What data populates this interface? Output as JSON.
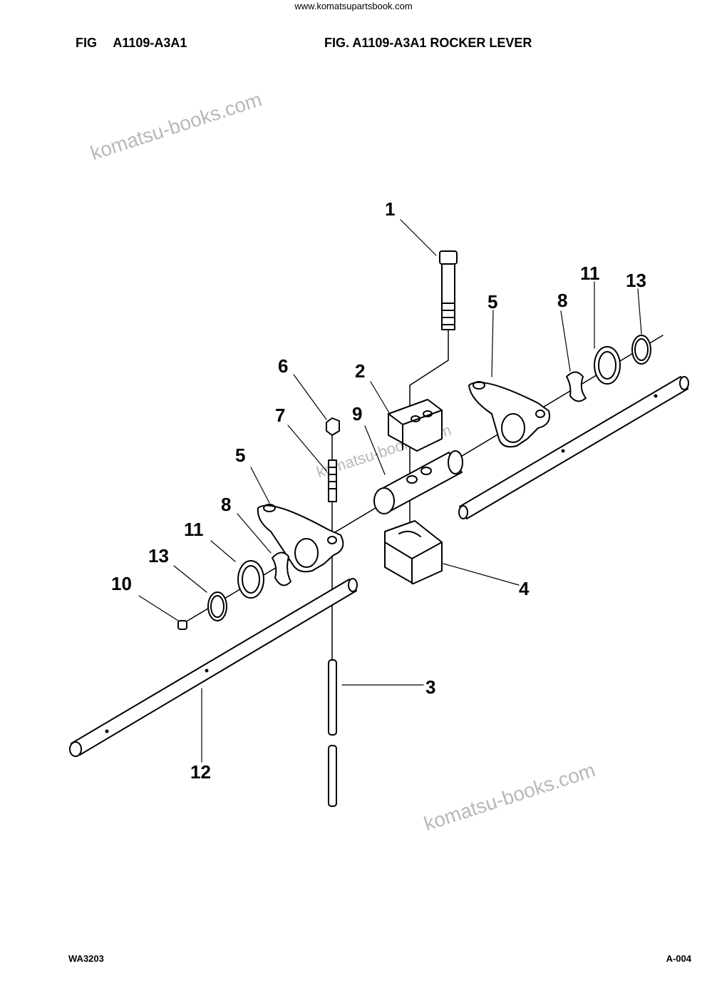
{
  "page": {
    "site_url": "www.komatsupartsbook.com",
    "fig_label": "FIG   A1109-A3A1",
    "fig_title": "FIG. A1109-A3A1 ROCKER LEVER",
    "footer_left": "WA3203",
    "footer_right": "A-004",
    "watermarks": [
      "komatsu-books.com",
      "komatsu-books.com",
      "komatsu-books.com"
    ]
  },
  "callouts": {
    "c1": "1",
    "c2": "2",
    "c3": "3",
    "c4": "4",
    "c5a": "5",
    "c5b": "5",
    "c6": "6",
    "c7": "7",
    "c8a": "8",
    "c8b": "8",
    "c9": "9",
    "c10": "10",
    "c11a": "11",
    "c11b": "11",
    "c12": "12",
    "c13a": "13",
    "c13b": "13"
  }
}
